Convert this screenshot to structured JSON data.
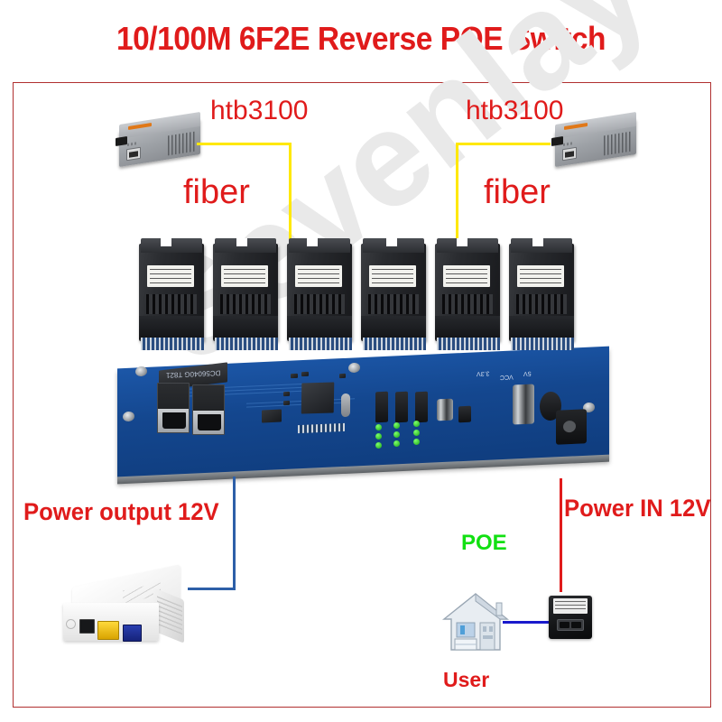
{
  "title": "10/100M 6F2E Reverse POE Switch",
  "watermark": "Sevenlayer",
  "labels": {
    "htb_left": "htb3100",
    "htb_right": "htb3100",
    "fiber_left": "fiber",
    "fiber_right": "fiber",
    "power_output": "Power output 12V",
    "power_input": "Power IN 12V",
    "poe": "POE",
    "user": "User"
  },
  "pcb": {
    "silkscreen_33v": "3.3V",
    "silkscreen_5v": "5V",
    "silkscreen_vcc": "VCC",
    "transformer_marking": "DC56040G T821",
    "sfp_module_count": 6,
    "rj45_port_count": 2,
    "board_color": "#14478f"
  },
  "colors": {
    "title_red": "#e01b1b",
    "frame_red": "#b03030",
    "fiber_yellow": "#ffe800",
    "ethernet_blue": "#2d5fa8",
    "power_red": "#e01b1b",
    "poe_green": "#12e012",
    "user_red": "#e01b1b",
    "watermark_grey": "#e9e9e9"
  },
  "devices": {
    "converter_left": "htb3100-media-converter",
    "converter_right": "htb3100-media-converter",
    "switch_board": "6f2e-reverse-poe-switch-pcb",
    "onu": "white-onu-terminal",
    "house": "user-house",
    "adapter": "12v-power-adapter"
  },
  "connections": [
    {
      "from": "converter_left",
      "to": "sfp_module_3",
      "medium": "fiber",
      "color": "#ffe800"
    },
    {
      "from": "converter_right",
      "to": "sfp_module_5",
      "medium": "fiber",
      "color": "#ffe800"
    },
    {
      "from": "rj45_ports",
      "to": "onu",
      "medium": "ethernet",
      "color": "#2d5fa8"
    },
    {
      "from": "dc_jack",
      "to": "adapter",
      "medium": "power",
      "color": "#e01b1b"
    },
    {
      "from": "house",
      "to": "adapter",
      "medium": "ethernet",
      "color": "#1919cc"
    }
  ]
}
